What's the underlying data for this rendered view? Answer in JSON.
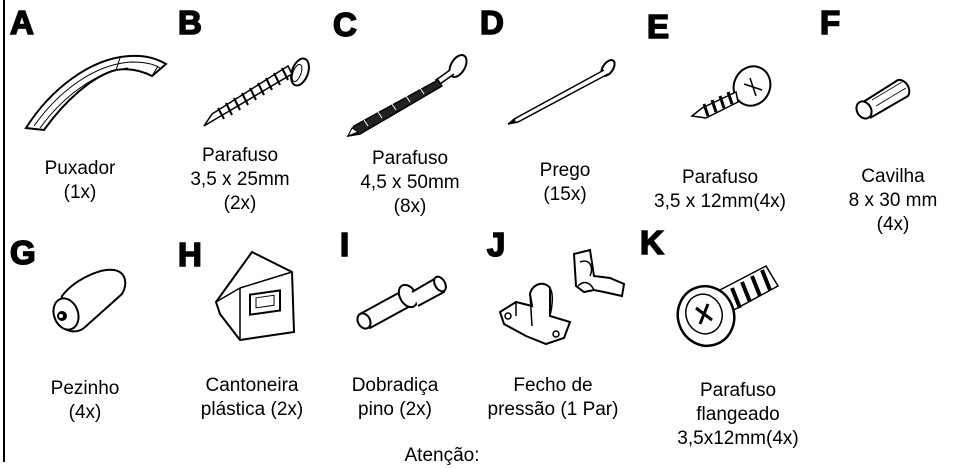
{
  "parts": {
    "A": {
      "letter": "A",
      "lines": [
        "Puxador",
        "(1x)"
      ],
      "icon": "handle-icon"
    },
    "B": {
      "letter": "B",
      "lines": [
        "Parafuso",
        "3,5 x 25mm",
        "(2x)"
      ],
      "icon": "wood-screw-icon"
    },
    "C": {
      "letter": "C",
      "lines": [
        "Parafuso",
        "4,5 x 50mm",
        "(8x)"
      ],
      "icon": "long-screw-icon"
    },
    "D": {
      "letter": "D",
      "lines": [
        "Prego",
        "(15x)"
      ],
      "icon": "nail-icon"
    },
    "E": {
      "letter": "E",
      "lines": [
        "Parafuso",
        "3,5 x 12mm(4x)"
      ],
      "icon": "short-screw-icon"
    },
    "F": {
      "letter": "F",
      "lines": [
        "Cavilha",
        "8 x 30 mm",
        "(4x)"
      ],
      "icon": "dowel-icon"
    },
    "G": {
      "letter": "G",
      "lines": [
        "Pezinho",
        "(4x)"
      ],
      "icon": "foot-icon"
    },
    "H": {
      "letter": "H",
      "lines": [
        "Cantoneira",
        "plástica (2x)"
      ],
      "icon": "plastic-bracket-icon"
    },
    "I": {
      "letter": "I",
      "lines": [
        "Dobradiça",
        "pino (2x)"
      ],
      "icon": "hinge-pin-icon"
    },
    "J": {
      "letter": "J",
      "lines": [
        "Fecho de",
        "pressão (1 Par)"
      ],
      "icon": "press-latch-icon"
    },
    "K": {
      "letter": "K",
      "lines": [
        "Parafuso",
        "flangeado",
        "3,5x12mm(4x)"
      ],
      "icon": "flange-screw-icon"
    }
  },
  "footer": {
    "attention": "Atenção:"
  }
}
